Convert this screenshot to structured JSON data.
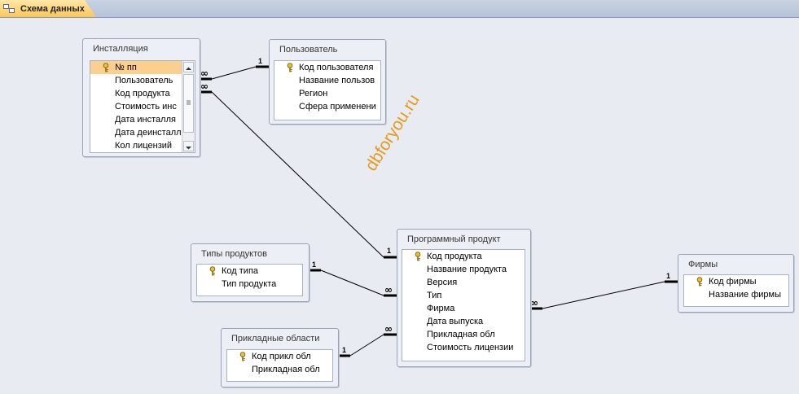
{
  "tab": {
    "label": "Схема данных",
    "icon": "relationships-icon"
  },
  "watermark": "dbforyou.ru",
  "colors": {
    "selected_row": "#fbd08f",
    "watermark": "#e59a1b",
    "tab_bg": "#fbc75a"
  },
  "tables": {
    "installation": {
      "title": "Инсталляция",
      "fields": [
        {
          "label": "№ пп",
          "key": true
        },
        {
          "label": "Пользователь",
          "key": false
        },
        {
          "label": "Код продукта",
          "key": false
        },
        {
          "label": "Стоимость инс",
          "key": false
        },
        {
          "label": "Дата инсталля",
          "key": false
        },
        {
          "label": "Дата деинсталл",
          "key": false
        },
        {
          "label": "Кол лицензий",
          "key": false
        }
      ]
    },
    "user": {
      "title": "Пользователь",
      "fields": [
        {
          "label": "Код пользователя",
          "key": true
        },
        {
          "label": "Название пользов",
          "key": false
        },
        {
          "label": "Регион",
          "key": false
        },
        {
          "label": "Сфера применени",
          "key": false
        }
      ]
    },
    "product_types": {
      "title": "Типы продуктов",
      "fields": [
        {
          "label": "Код типа",
          "key": true
        },
        {
          "label": "Тип продукта",
          "key": false
        }
      ]
    },
    "application_areas": {
      "title": "Прикладные области",
      "fields": [
        {
          "label": "Код прикл обл",
          "key": true
        },
        {
          "label": "Прикладная обл",
          "key": false
        }
      ]
    },
    "software": {
      "title": "Программный продукт",
      "fields": [
        {
          "label": "Код продукта",
          "key": true
        },
        {
          "label": "Название продукта",
          "key": false
        },
        {
          "label": "Версия",
          "key": false
        },
        {
          "label": "Тип",
          "key": false
        },
        {
          "label": "Фирма",
          "key": false
        },
        {
          "label": "Дата выпуска",
          "key": false
        },
        {
          "label": "Прикладная обл",
          "key": false
        },
        {
          "label": "Стоимость лицензии",
          "key": false
        }
      ]
    },
    "firms": {
      "title": "Фирмы",
      "fields": [
        {
          "label": "Код фирмы",
          "key": true
        },
        {
          "label": "Название фирмы",
          "key": false
        }
      ]
    }
  },
  "relationships": [
    {
      "from": "installation",
      "to": "user",
      "one_label": "1",
      "many_label": "∞"
    },
    {
      "from": "installation",
      "to": "software",
      "one_label": "1",
      "many_label": "∞"
    },
    {
      "from": "product_types",
      "to": "software",
      "one_label": "1",
      "many_label": "∞"
    },
    {
      "from": "application_areas",
      "to": "software",
      "one_label": "1",
      "many_label": "∞"
    },
    {
      "from": "firms",
      "to": "software",
      "one_label": "1",
      "many_label": "∞"
    }
  ]
}
